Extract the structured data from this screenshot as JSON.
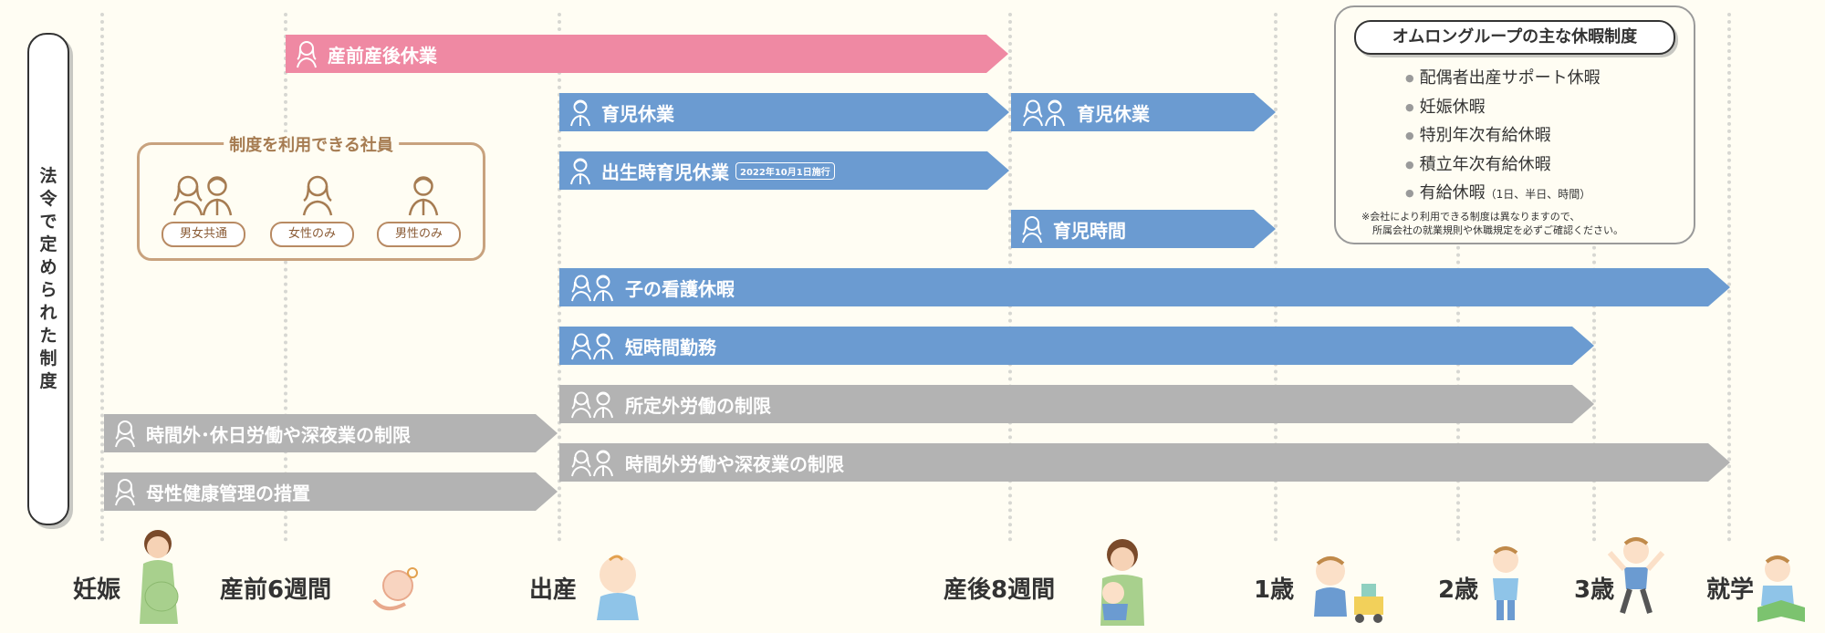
{
  "side_label": "法令で定められた制度",
  "milestones": [
    {
      "key": "pregnancy",
      "label": "妊娠"
    },
    {
      "key": "prenatal",
      "label": "産前6週間"
    },
    {
      "key": "birth",
      "label": "出産"
    },
    {
      "key": "postnatal",
      "label": "産後8週間"
    },
    {
      "key": "age1",
      "label": "1歳"
    },
    {
      "key": "age2",
      "label": "2歳"
    },
    {
      "key": "age3",
      "label": "3歳"
    },
    {
      "key": "school",
      "label": "就学"
    }
  ],
  "bars": [
    {
      "label": "産前産後休業",
      "color": "#ef89a3",
      "target": "female"
    },
    {
      "label": "育児休業",
      "color": "#6b9bd1",
      "target": "male"
    },
    {
      "label": "育児休業",
      "color": "#6b9bd1",
      "target": "both"
    },
    {
      "label": "出生時育児休業",
      "badge": "2022年10月1日施行",
      "color": "#6b9bd1",
      "target": "male"
    },
    {
      "label": "育児時間",
      "color": "#6b9bd1",
      "target": "female"
    },
    {
      "label": "子の看護休暇",
      "color": "#6b9bd1",
      "target": "both"
    },
    {
      "label": "短時間勤務",
      "color": "#6b9bd1",
      "target": "both"
    },
    {
      "label": "所定外労働の制限",
      "color": "#b3b3b3",
      "target": "both"
    },
    {
      "label": "時間外･休日労働や深夜業の制限",
      "color": "#b3b3b3",
      "target": "female"
    },
    {
      "label": "時間外労働や深夜業の制限",
      "color": "#b3b3b3",
      "target": "both"
    },
    {
      "label": "母性健康管理の措置",
      "color": "#b3b3b3",
      "target": "female"
    }
  ],
  "legend": {
    "title": "制度を利用できる社員",
    "items": [
      {
        "label": "男女共通",
        "icon": "both-people-icon"
      },
      {
        "label": "女性のみ",
        "icon": "female-icon"
      },
      {
        "label": "男性のみ",
        "icon": "male-icon"
      }
    ]
  },
  "omron": {
    "title": "オムロングループの主な休暇制度",
    "items": [
      {
        "text": "配偶者出産サポート休暇"
      },
      {
        "text": "妊娠休暇"
      },
      {
        "text": "特別年次有給休暇"
      },
      {
        "text": "積立年次有給休暇"
      },
      {
        "text": "有給休暇",
        "sub": "（1日、半日、時間）"
      }
    ],
    "note_line1": "※会社により利用できる制度は異なりますので、",
    "note_line2": "所属会社の就業規則や休職規定を必ずご確認ください。"
  },
  "colors": {
    "pink": "#ef89a3",
    "blue": "#6b9bd1",
    "gray": "#b3b3b3",
    "legend_border": "#c8a27e",
    "background": "#fffdf3"
  }
}
